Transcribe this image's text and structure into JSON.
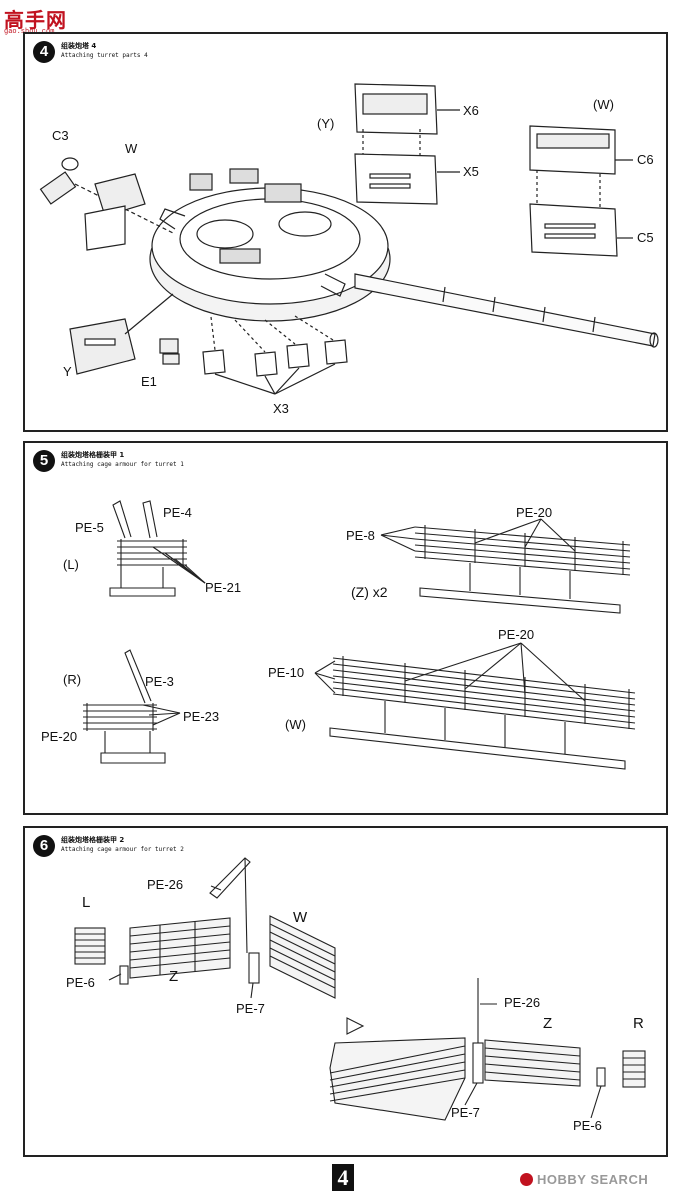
{
  "watermark": {
    "logo": "高手网",
    "url": "gao.shou.com"
  },
  "steps": [
    {
      "number": "4",
      "title_cn": "组装炮塔 4",
      "title_en": "Attaching turret parts 4",
      "labels": {
        "c3": "C3",
        "w": "W",
        "y_left": "Y",
        "e1": "E1",
        "x3": "X3",
        "y_paren": "(Y)",
        "x6": "X6",
        "x5": "X5",
        "w_paren": "(W)",
        "c6": "C6",
        "c5": "C5"
      }
    },
    {
      "number": "5",
      "title_cn": "组装炮塔格栅装甲 1",
      "title_en": "Attaching cage armour for turret 1",
      "labels": {
        "pe4": "PE-4",
        "pe5": "PE-5",
        "l_paren": "(L)",
        "pe21": "PE-21",
        "pe3": "PE-3",
        "r_paren": "(R)",
        "pe23": "PE-23",
        "pe20_left": "PE-20",
        "pe8": "PE-8",
        "pe20_top": "PE-20",
        "zx2": "(Z) x2",
        "pe10": "PE-10",
        "pe20_mid": "PE-20",
        "w_paren": "(W)"
      }
    },
    {
      "number": "6",
      "title_cn": "组装炮塔格栅装甲 2",
      "title_en": "Attaching cage armour for turret 2",
      "labels": {
        "l": "L",
        "pe26_top": "PE-26",
        "w": "W",
        "pe6_left": "PE-6",
        "z_left": "Z",
        "pe7_left": "PE-7",
        "pe26_right": "PE-26",
        "z_right": "Z",
        "r": "R",
        "pe7_right": "PE-7",
        "pe6_right": "PE-6"
      }
    }
  ],
  "footer": {
    "page_number": "4",
    "brand": "HOBBY SEARCH"
  },
  "colors": {
    "line": "#222222",
    "brand_red": "#c1121f"
  }
}
